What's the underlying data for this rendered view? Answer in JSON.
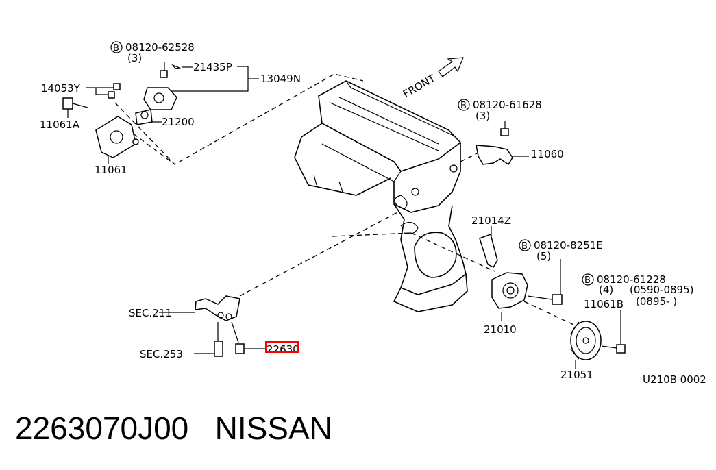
{
  "labels": {
    "bolt_b1": "08120-62528",
    "qty_b1": "(3)",
    "p21435p": "21435P",
    "p13049n": "13049N",
    "p14053y": "14053Y",
    "p11061a": "11061A",
    "p21200": "21200",
    "p11061": "11061",
    "front": "FRONT",
    "bolt_b2": "08120-61628",
    "qty_b2": "(3)",
    "p11060": "11060",
    "p21014z": "21014Z",
    "bolt_b3": "08120-8251E",
    "qty_b3": "(5)",
    "bolt_b4": "08120-61228",
    "qty_b4": "(4)",
    "date1": "(0590-0895)",
    "date2": "(0895-     )",
    "p11061b": "11061B",
    "sec211": "SEC.211",
    "p21010": "21010",
    "sec253": "SEC.253",
    "p22630": "22630",
    "p21051": "21051",
    "diagram_code": "U210B 0002",
    "bolt_symbol": "B"
  },
  "footer": {
    "part_number": "2263070J00",
    "brand": "NISSAN"
  },
  "colors": {
    "line": "#000000",
    "highlight": "#ff0000",
    "background": "#ffffff"
  }
}
